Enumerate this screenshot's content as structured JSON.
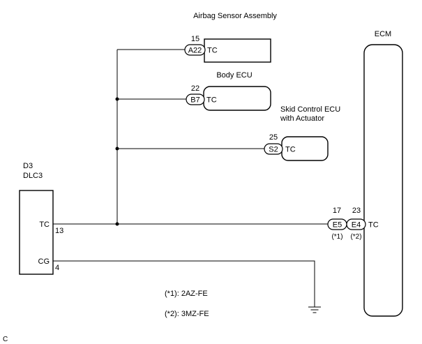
{
  "components": {
    "airbag": {
      "title": "Airbag Sensor Assembly",
      "connector": "A22",
      "pin": "15",
      "terminal": "TC"
    },
    "body_ecu": {
      "title": "Body ECU",
      "connector": "B7",
      "pin": "22",
      "terminal": "TC"
    },
    "skid": {
      "title_line1": "Skid Control ECU",
      "title_line2": "with Actuator",
      "connector": "S2",
      "pin": "25",
      "terminal": "TC"
    },
    "ecm": {
      "title": "ECM",
      "terminal": "TC",
      "connectors": [
        {
          "name": "E5",
          "pin": "17",
          "note": "(*1)"
        },
        {
          "name": "E4",
          "pin": "23",
          "note": "(*2)"
        }
      ]
    },
    "dlc3": {
      "id": "D3",
      "name": "DLC3",
      "pins": [
        {
          "terminal": "TC",
          "number": "13"
        },
        {
          "terminal": "CG",
          "number": "4"
        }
      ]
    }
  },
  "notes": [
    "(*1): 2AZ-FE",
    "(*2): 3MZ-FE"
  ],
  "corner_label": "C"
}
